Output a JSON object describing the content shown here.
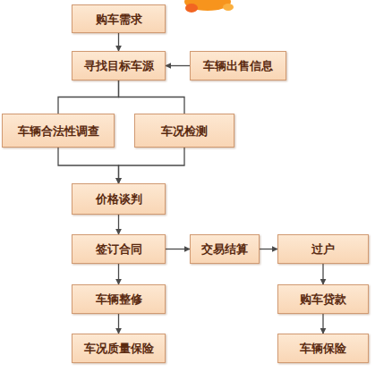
{
  "diagram": {
    "nodes": [
      {
        "text": [
          "购车需求"
        ]
      },
      {
        "text": [
          "寻找目标车源"
        ]
      },
      {
        "text": [
          "车辆出售信息"
        ]
      },
      {
        "text": [
          "车辆合法性调查"
        ]
      },
      {
        "text": [
          "车况检测"
        ]
      },
      {
        "text": [
          "价格谈判"
        ]
      },
      {
        "text": [
          "签订合同"
        ]
      },
      {
        "text": [
          "交易结算"
        ]
      },
      {
        "text": [
          "过户"
        ]
      },
      {
        "text": [
          "车辆整修"
        ]
      },
      {
        "text": [
          "购车贷款"
        ]
      },
      {
        "text": [
          "车况质量保险"
        ]
      },
      {
        "text": [
          "车辆保险"
        ]
      }
    ],
    "edges": [
      {
        "from": 0,
        "to": 1,
        "arrow": "to"
      },
      {
        "from": 2,
        "to": 1,
        "arrow": "to"
      },
      {
        "from": 1,
        "to": 3,
        "arrow": "none"
      },
      {
        "from": 1,
        "to": 4,
        "arrow": "none"
      },
      {
        "from": 3,
        "to": 5,
        "arrow": "to"
      },
      {
        "from": 4,
        "to": 5,
        "arrow": "to"
      },
      {
        "from": 5,
        "to": 6,
        "arrow": "to"
      },
      {
        "from": 6,
        "to": 7,
        "arrow": "to"
      },
      {
        "from": 7,
        "to": 8,
        "arrow": "to"
      },
      {
        "from": 6,
        "to": 9,
        "arrow": "to"
      },
      {
        "from": 8,
        "to": 10,
        "arrow": "to"
      },
      {
        "from": 9,
        "to": 11,
        "arrow": "to"
      },
      {
        "from": 10,
        "to": 12,
        "arrow": "to"
      }
    ]
  }
}
